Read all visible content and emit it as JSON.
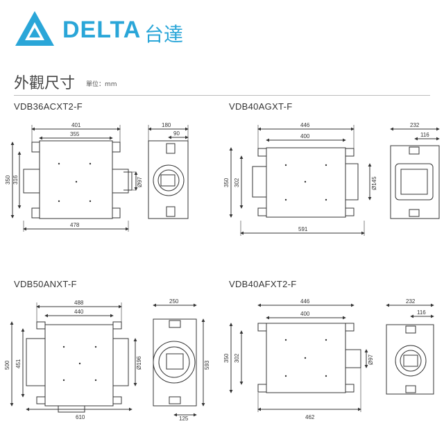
{
  "brand": {
    "name": "DELTA",
    "chinese_name": "台達",
    "logo_color": "#2aa6d8",
    "logo_icon": "delta-triangle-logo"
  },
  "section": {
    "title": "外觀尺寸",
    "unit_label": "單位：mm"
  },
  "models": [
    {
      "name": "VDB36ACXT2-F",
      "dims": {
        "top_outer": "401",
        "top_inner": "355",
        "height_outer": "350",
        "height_inner": "316",
        "bottom": "478",
        "side_top": "180",
        "side_offset": "90",
        "duct": "Ø97"
      }
    },
    {
      "name": "VDB40AGXT-F",
      "dims": {
        "top_outer": "446",
        "top_inner": "400",
        "height_outer": "350",
        "height_inner": "302",
        "bottom": "591",
        "duct": "Ø145",
        "side_top": "232",
        "side_offset": "116"
      }
    },
    {
      "name": "VDB50ANXT-F",
      "dims": {
        "top_outer": "488",
        "top_inner": "440",
        "height_outer": "500",
        "height_inner": "451",
        "bottom": "610",
        "duct": "Ø196",
        "side_top": "250",
        "side_height": "593",
        "side_offset": "125"
      }
    },
    {
      "name": "VDB40AFXT2-F",
      "dims": {
        "top_outer": "446",
        "top_inner": "400",
        "height_outer": "350",
        "height_inner": "302",
        "bottom": "462",
        "duct": "Ø97",
        "side_top": "232",
        "side_offset": "116"
      }
    }
  ]
}
